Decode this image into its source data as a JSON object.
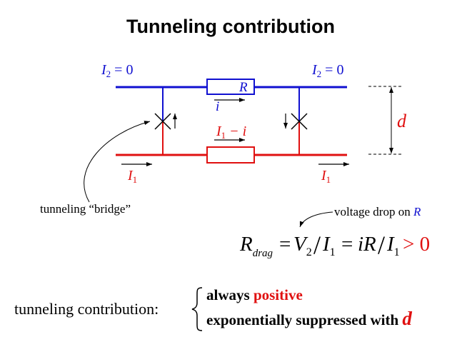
{
  "title": "Tunneling contribution",
  "diagram": {
    "top_left": {
      "var": "I",
      "sub": "2",
      "eq": " = 0"
    },
    "top_right": {
      "var": "I",
      "sub": "2",
      "eq": " = 0"
    },
    "resistor_label": "R",
    "current_i": "i",
    "bottom_resistor_current": {
      "var": "I",
      "sub": "1",
      "rest": " − i"
    },
    "bottom_left": {
      "var": "I",
      "sub": "1"
    },
    "bottom_right": {
      "var": "I",
      "sub": "1"
    },
    "separation": "d",
    "bridge_label": "tunneling “bridge”",
    "voltage_note": "voltage drop on ",
    "voltage_note_R": "R"
  },
  "formula": {
    "R": "R",
    "drag": "drag",
    "eq1": "=",
    "V": "V",
    "V_sub": "2",
    "slash": "/",
    "I": "I",
    "I_sub": "1",
    "eq2": "=",
    "iR": "iR",
    "gt0": "> 0"
  },
  "conclusion": {
    "label": "tunneling contribution:",
    "line1_prefix": "always ",
    "line1_highlight": "positive",
    "line2_prefix": "exponentially suppressed with ",
    "line2_highlight": "d"
  },
  "colors": {
    "blue": "#1010d0",
    "red": "#e01010",
    "black": "#000000"
  }
}
